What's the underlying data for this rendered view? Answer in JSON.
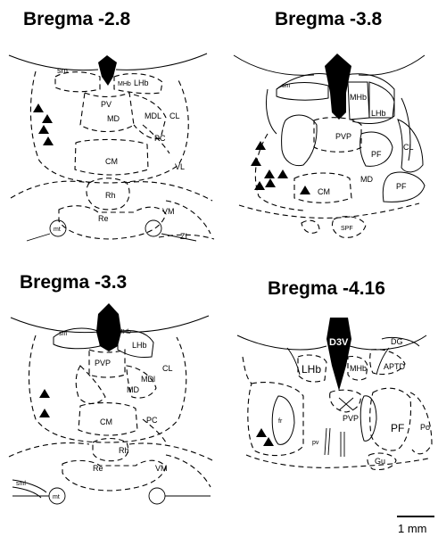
{
  "panels": [
    {
      "title": "Bregma -2.8",
      "labels": [
        "sm",
        "MHb",
        "LHb",
        "PV",
        "MD",
        "MDL",
        "CL",
        "PC",
        "CM",
        "VL",
        "Rh",
        "Re",
        "VM",
        "mt",
        "ZI"
      ]
    },
    {
      "title": "Bregma -3.8",
      "labels": [
        "sm",
        "MHb",
        "LHb",
        "PVP",
        "PF",
        "MD",
        "CM",
        "CL",
        "PF",
        "SPF"
      ]
    },
    {
      "title": "Bregma -3.3",
      "labels": [
        "sm",
        "MHb",
        "LHb",
        "PVP",
        "MDl",
        "MD",
        "CL",
        "CM",
        "PC",
        "Rh",
        "Re",
        "VM",
        "sml",
        "mt"
      ]
    },
    {
      "title": "Bregma -4.16",
      "labels": [
        "D3V",
        "DG",
        "APTD",
        "LHb",
        "MHb",
        "PVP",
        "fr",
        "PF",
        "Po",
        "pv",
        "Gu"
      ]
    }
  ],
  "scale_bar": {
    "label": "1 mm"
  }
}
